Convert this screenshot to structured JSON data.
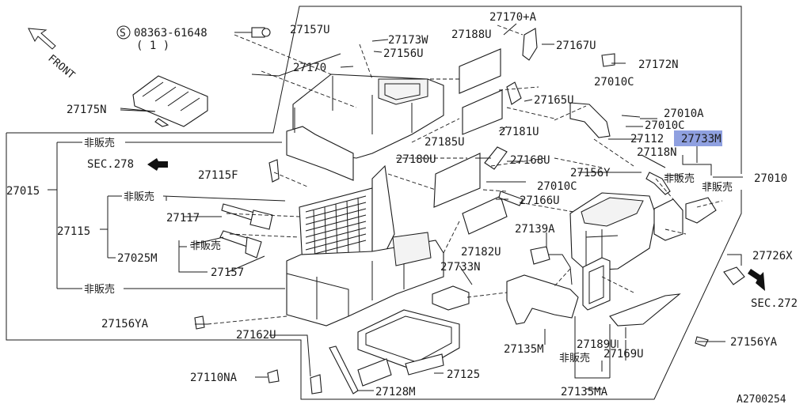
{
  "front_label": "FRONT",
  "ref_code": "A2700254",
  "screw_note": {
    "symbol": "S",
    "part": "08363-61648",
    "qty": "( 1 )"
  },
  "highlight_color": "#8fa0e0",
  "not_for_sale": "非販売",
  "sections": [
    "SEC.278",
    "SEC.272"
  ],
  "parts": {
    "p27157U_top": "27157U",
    "p27173W": "27173W",
    "p27156U": "27156U",
    "p27170": "27170",
    "p27188U": "27188U",
    "p27170A": "27170+A",
    "p27167U": "27167U",
    "p27172N": "27172N",
    "p27175N": "27175N",
    "p27010C_a": "27010C",
    "p27165U": "27165U",
    "p27010A": "27010A",
    "p27010C_b": "27010C",
    "p27181U": "27181U",
    "p27112": "27112",
    "p27733M": "27733M",
    "p27185U": "27185U",
    "p27118N": "27118N",
    "p27180U": "27180U",
    "p27168U": "27168U",
    "p27156Y": "27156Y",
    "p27010": "27010",
    "p27015": "27015",
    "p27115F": "27115F",
    "p27010C_c": "27010C",
    "p27166U": "27166U",
    "p27117": "27117",
    "p27115": "27115",
    "p27139A": "27139A",
    "p27726X": "27726X",
    "p27025M": "27025M",
    "p27182U": "27182U",
    "p27157": "27157",
    "p27733N": "27733N",
    "p27156YA_l": "27156YA",
    "p27162U": "27162U",
    "p27135M": "27135M",
    "p27189U": "27189U",
    "p27156YA_r": "27156YA",
    "p27169U": "27169U",
    "p27110NA": "27110NA",
    "p27125": "27125",
    "p27128M": "27128M",
    "p27135MA": "27135MA"
  }
}
